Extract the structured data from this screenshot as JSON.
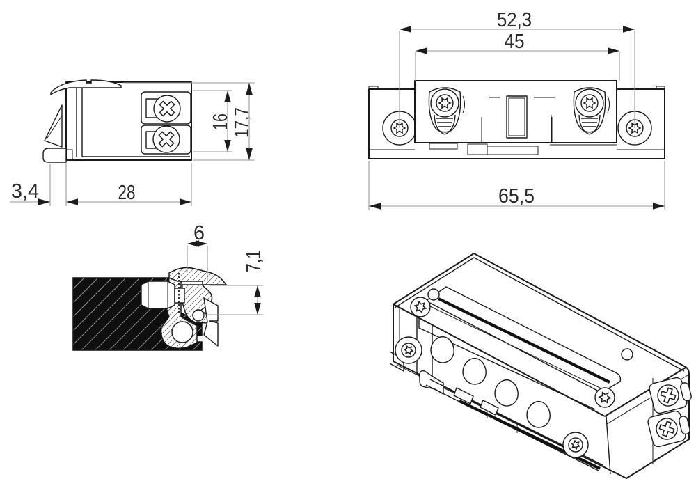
{
  "drawing": {
    "background_color": "#ffffff",
    "line_color": "#1a1a1a",
    "dim_line_color": "#999999",
    "dim_text_color": "#2b2b2b",
    "dimensions": {
      "front": {
        "hole_spacing": "52,3",
        "faceplate_width": "45",
        "total_width": "65,5"
      },
      "side": {
        "body_height": "16",
        "total_height": "17,7",
        "body_depth": "28",
        "lip_offset": "3,4"
      },
      "section": {
        "lip_width": "6",
        "latch_depth": "7,1"
      }
    }
  }
}
